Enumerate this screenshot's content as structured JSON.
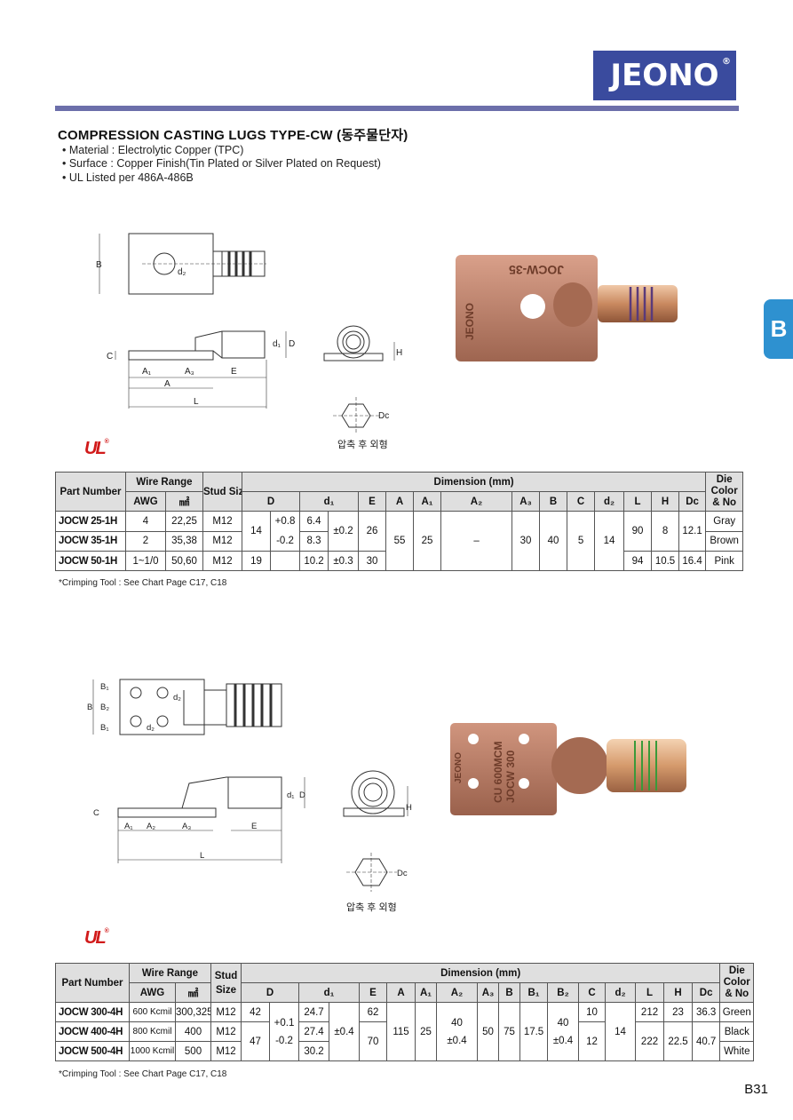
{
  "brand": {
    "name": "JEONO",
    "reg": "®"
  },
  "title": "COMPRESSION CASTING LUGS TYPE-CW (동주물단자)",
  "bullets": [
    "• Material : Electrolytic Copper (TPC)",
    "• Surface : Copper Finish(Tin Plated or Silver Plated on Request)",
    "• UL Listed per 486A-486B"
  ],
  "side_tab": "B",
  "ul_mark": "UL",
  "caption": "압축 후 외형",
  "photo1_text": {
    "top": "JOCW-35",
    "side": "JEONO"
  },
  "photo2_text": {
    "line1": "CU 600MCM",
    "line2": "JOCW 300",
    "side": "JEONO"
  },
  "table1": {
    "headers": {
      "part_number": "Part Number",
      "wire_range": "Wire Range",
      "stud_size": "Stud Size",
      "dimension": "Dimension (mm)",
      "die": "Die Color & No",
      "awg": "AWG",
      "mm2": "㎟",
      "cols": [
        "D",
        "d₁",
        "E",
        "A",
        "A₁",
        "A₂",
        "A₃",
        "B",
        "C",
        "d₂",
        "L",
        "H",
        "Dc"
      ]
    },
    "rows": [
      {
        "part": "JOCW 25-1H",
        "awg": "4",
        "mm2": "22,25",
        "stud": "M12",
        "color": "Gray"
      },
      {
        "part": "JOCW 35-1H",
        "awg": "2",
        "mm2": "35,38",
        "stud": "M12",
        "color": "Brown"
      },
      {
        "part": "JOCW 50-1H",
        "awg": "1~1/0",
        "mm2": "50,60",
        "stud": "M12",
        "color": "Pink"
      }
    ],
    "values": {
      "D1": "14",
      "Dtol": "+0.8",
      "Dtol2": "-0.2",
      "D3": "19",
      "d1a": "6.4",
      "d1b": "8.3",
      "d1tol": "±0.2",
      "d1c": "10.2",
      "d1tol3": "±0.3",
      "E1": "26",
      "E3": "30",
      "A": "55",
      "A1": "25",
      "A2": "–",
      "A3": "30",
      "B": "40",
      "C": "5",
      "d2": "14",
      "L1": "90",
      "L3": "94",
      "H1": "8",
      "H3": "10.5",
      "Dc1": "12.1",
      "Dc3": "16.4"
    },
    "footnote": "*Crimping Tool : See Chart Page C17, C18"
  },
  "table2": {
    "headers": {
      "part_number": "Part Number",
      "wire_range": "Wire Range",
      "stud_size": "Stud Size",
      "dimension": "Dimension (mm)",
      "die": "Die Color & No",
      "awg": "AWG",
      "mm2": "㎟",
      "cols": [
        "D",
        "d₁",
        "E",
        "A",
        "A₁",
        "A₂",
        "A₃",
        "B",
        "B₁",
        "B₂",
        "C",
        "d₂",
        "L",
        "H",
        "Dc"
      ]
    },
    "rows": [
      {
        "part": "JOCW 300-4H",
        "awg": "600 Kcmil",
        "mm2": "300,325",
        "stud": "M12",
        "color": "Green"
      },
      {
        "part": "JOCW 400-4H",
        "awg": "800 Kcmil",
        "mm2": "400",
        "stud": "M12",
        "color": "Black"
      },
      {
        "part": "JOCW 500-4H",
        "awg": "1000 Kcmil",
        "mm2": "500",
        "stud": "M12",
        "color": "White"
      }
    ],
    "values": {
      "D1": "42",
      "Dtol": "+0.1",
      "Dtol2": "-0.2",
      "D2": "47",
      "d1a": "24.7",
      "d1b": "27.4",
      "d1c": "30.2",
      "d1tol": "±0.4",
      "E1": "62",
      "E2": "70",
      "A": "115",
      "A1": "25",
      "A2": "40",
      "A2tol": "±0.4",
      "A3": "50",
      "B": "75",
      "B1": "17.5",
      "B2": "40",
      "B2tol": "±0.4",
      "C1": "10",
      "C2": "12",
      "d2": "14",
      "L1": "212",
      "L2": "222",
      "H1": "23",
      "H2": "22.5",
      "Dc1": "36.3",
      "Dc2": "40.7"
    },
    "footnote": "*Crimping Tool : See Chart Page C17, C18"
  },
  "drawing_labels": {
    "top1": [
      "B",
      "d₂"
    ],
    "side1": [
      "C",
      "A₁",
      "A₃",
      "E",
      "A",
      "L",
      "d₁",
      "D"
    ],
    "end1": [
      "H"
    ],
    "hex": [
      "Dc"
    ],
    "top2": [
      "B₁",
      "B",
      "B₂",
      "B₁",
      "d₂",
      "d₂"
    ],
    "side2": [
      "C",
      "A₁",
      "A₂",
      "A₃",
      "E",
      "L",
      "d₁",
      "D"
    ],
    "end2": [
      "H"
    ]
  },
  "page_number": "B31",
  "colors": {
    "brand_blue": "#3a4b9e",
    "tab_blue": "#2e91d0",
    "copper": "#b77a5e",
    "ul_red": "#d11a1a"
  }
}
